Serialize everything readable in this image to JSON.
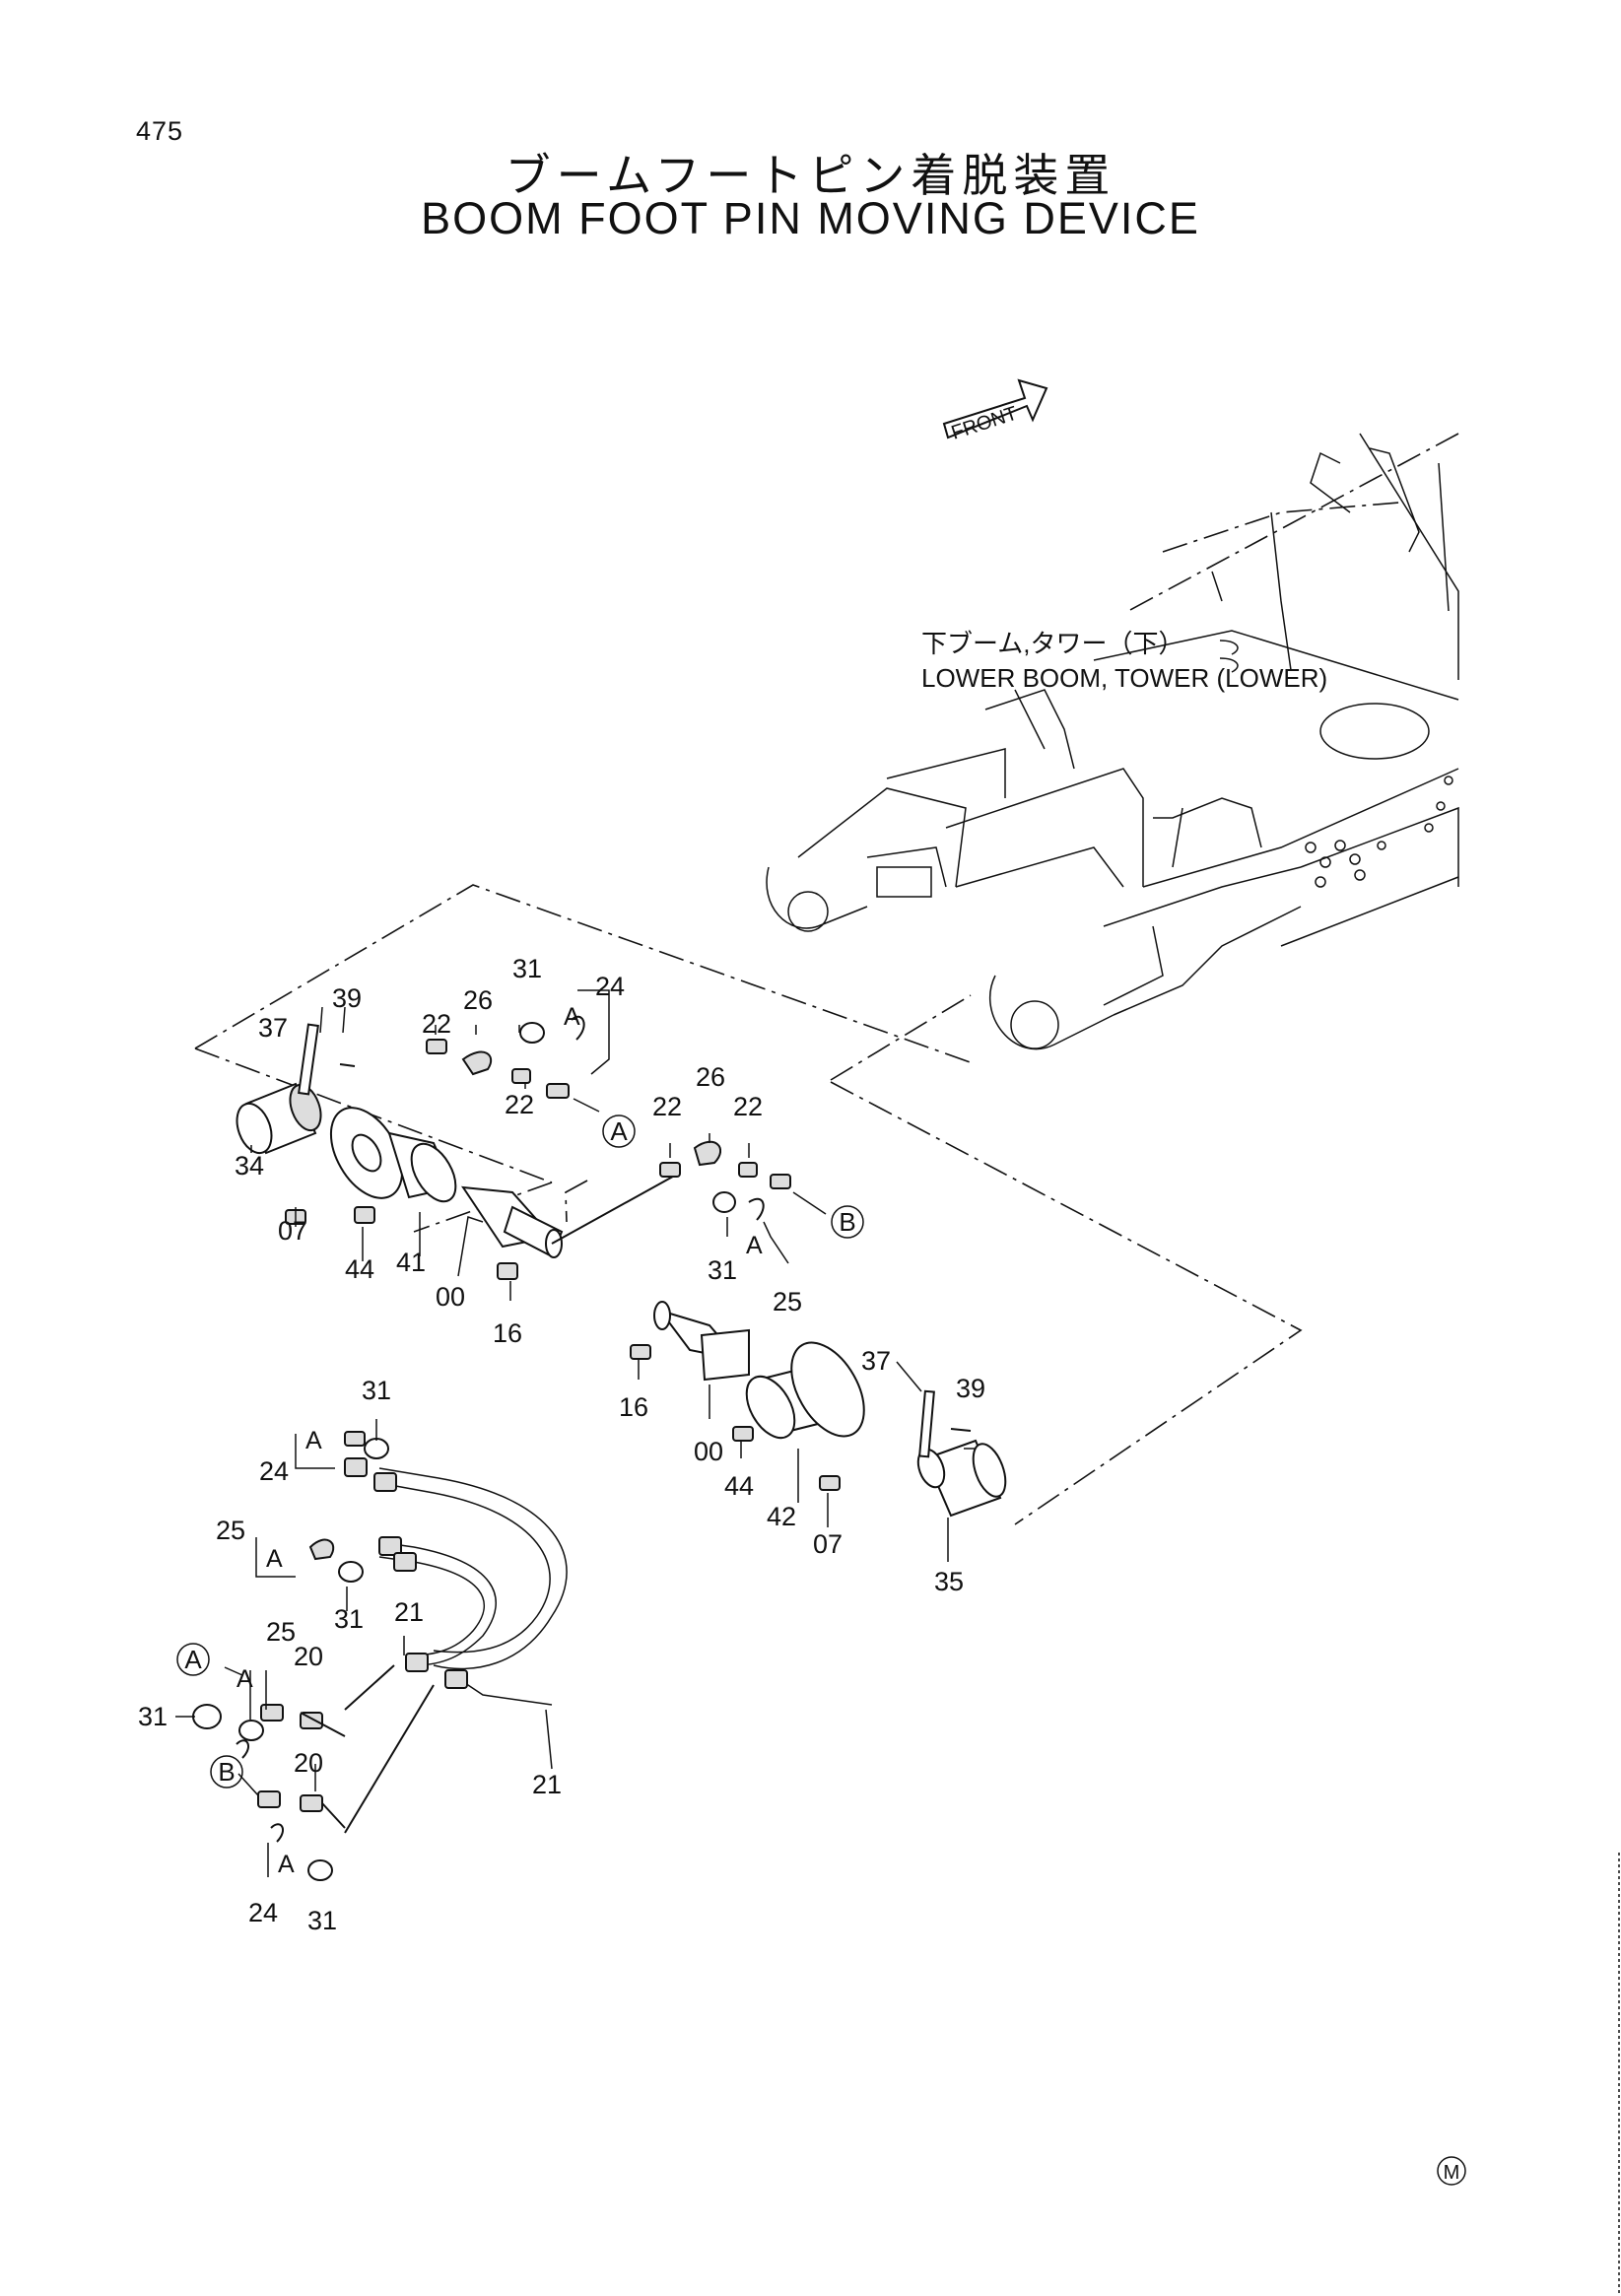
{
  "page_number": "475",
  "title_jp": "ブームフートピン着脱装置",
  "title_en": "BOOM FOOT PIN MOVING DEVICE",
  "front_label": "FRONT",
  "lower_boom_label_jp": "下ブーム,タワー（下）",
  "lower_boom_label_en": "LOWER BOOM, TOWER (LOWER)",
  "corner_mark": "M",
  "connection_markers": {
    "a": "A",
    "b": "B"
  },
  "part_labels": {
    "p00": "00",
    "p07": "07",
    "p16": "16",
    "p20": "20",
    "p21": "21",
    "p22": "22",
    "p24": "24",
    "p25": "25",
    "p26": "26",
    "p31": "31",
    "p34": "34",
    "p35": "35",
    "p37": "37",
    "p39": "39",
    "p41": "41",
    "p42": "42",
    "p44": "44"
  }
}
